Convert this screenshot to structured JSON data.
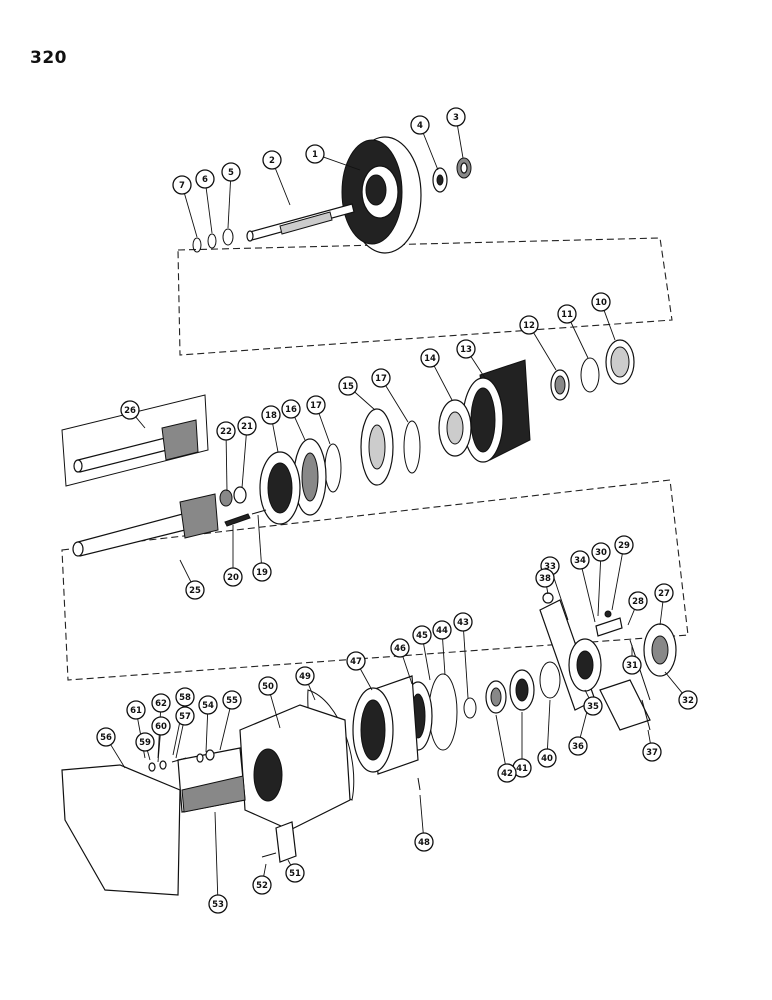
{
  "page": {
    "number": "320"
  },
  "callouts": [
    "1",
    "2",
    "3",
    "4",
    "5",
    "6",
    "7",
    "10",
    "11",
    "12",
    "13",
    "14",
    "15",
    "16",
    "17",
    "17",
    "18",
    "19",
    "20",
    "21",
    "22",
    "25",
    "26",
    "27",
    "28",
    "29",
    "30",
    "31",
    "32",
    "33",
    "34",
    "35",
    "36",
    "37",
    "38",
    "40",
    "41",
    "42",
    "43",
    "44",
    "45",
    "46",
    "47",
    "48",
    "49",
    "50",
    "51",
    "52",
    "53",
    "54",
    "55",
    "56",
    "57",
    "58",
    "59",
    "60",
    "61",
    "62"
  ]
}
